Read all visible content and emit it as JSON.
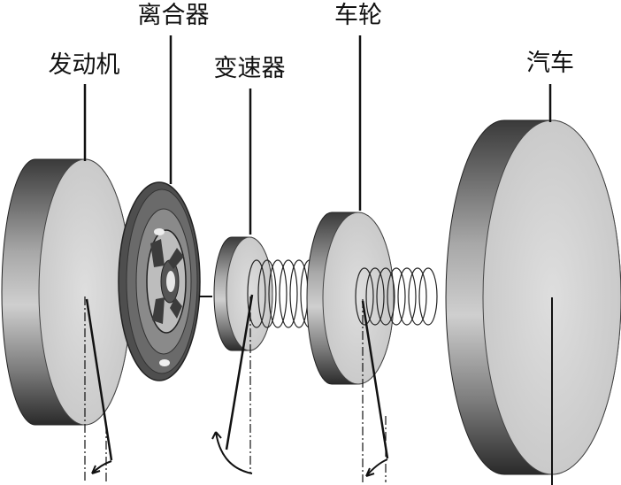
{
  "labels": {
    "engine": "发动机",
    "clutch": "离合器",
    "gearbox": "变速器",
    "wheel": "车轮",
    "car": "汽车"
  },
  "colors": {
    "face": "#d4d4d4",
    "rim_dark": "#2e2e2e",
    "rim_light": "#9a9a9a",
    "clutch_friction": "#5a5a5a",
    "line": "#111111"
  },
  "icons": {
    "spring": "helical-spring",
    "arrow": "curved-arrow"
  }
}
